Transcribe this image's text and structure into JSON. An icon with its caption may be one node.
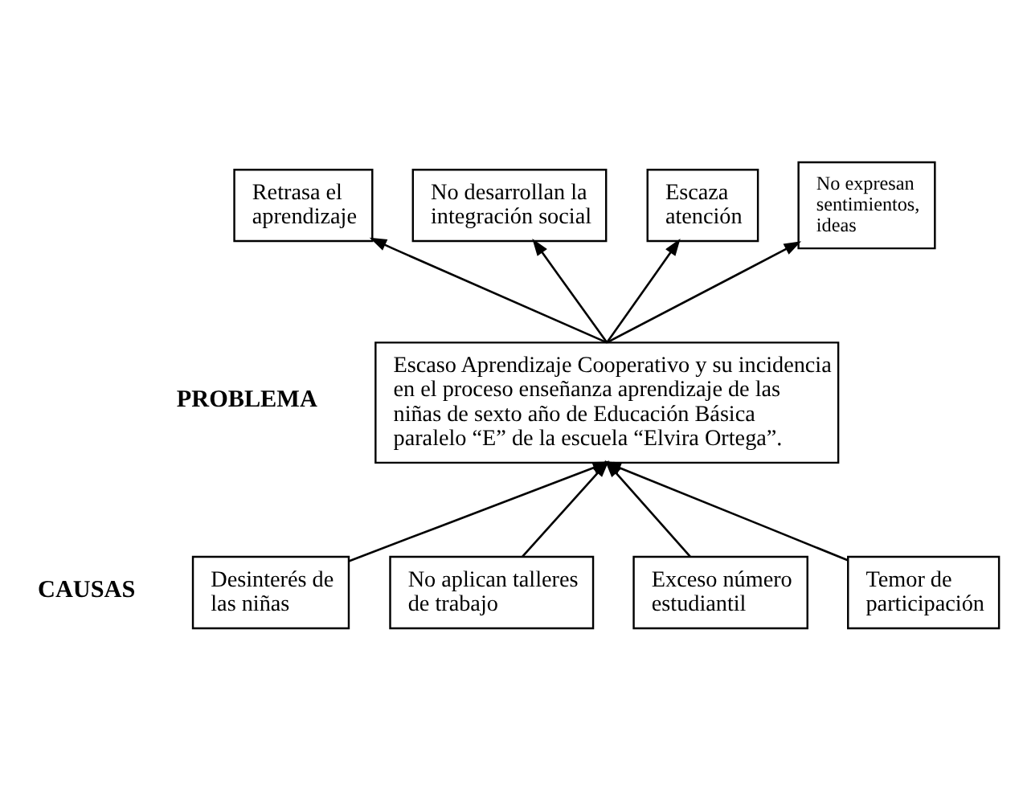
{
  "diagram": {
    "nodes": [
      {
        "text": [
          "Retrasa el aprendizaje"
        ]
      },
      {
        "text": [
          "No desarrollan la integración social"
        ]
      },
      {
        "text": [
          "Escaza atención"
        ]
      },
      {
        "text": [
          "No expresan sentimientos, ideas"
        ]
      },
      {
        "text": [
          "Escaso Aprendizaje Cooperativo y su incidencia en el proceso enseñanza aprendizaje de las niñas de sexto año de Educación Básica paralelo “E” de la escuela “Elvira Ortega”."
        ]
      },
      {
        "text": [
          "Desinterés de las niñas"
        ]
      },
      {
        "text": [
          "No aplican talleres de trabajo"
        ]
      },
      {
        "text": [
          "Exceso número estudiantil"
        ]
      },
      {
        "text": [
          "Temor de participación"
        ]
      }
    ],
    "edges": [
      {
        "from": 4,
        "to": 0,
        "arrow": "to"
      },
      {
        "from": 4,
        "to": 1,
        "arrow": "to"
      },
      {
        "from": 4,
        "to": 2,
        "arrow": "to"
      },
      {
        "from": 4,
        "to": 3,
        "arrow": "to"
      },
      {
        "from": 5,
        "to": 4,
        "arrow": "to"
      },
      {
        "from": 6,
        "to": 4,
        "arrow": "to"
      },
      {
        "from": 7,
        "to": 4,
        "arrow": "to"
      },
      {
        "from": 8,
        "to": 4,
        "arrow": "to"
      }
    ],
    "labels": [
      "PROBLEMA",
      "CAUSAS"
    ]
  }
}
